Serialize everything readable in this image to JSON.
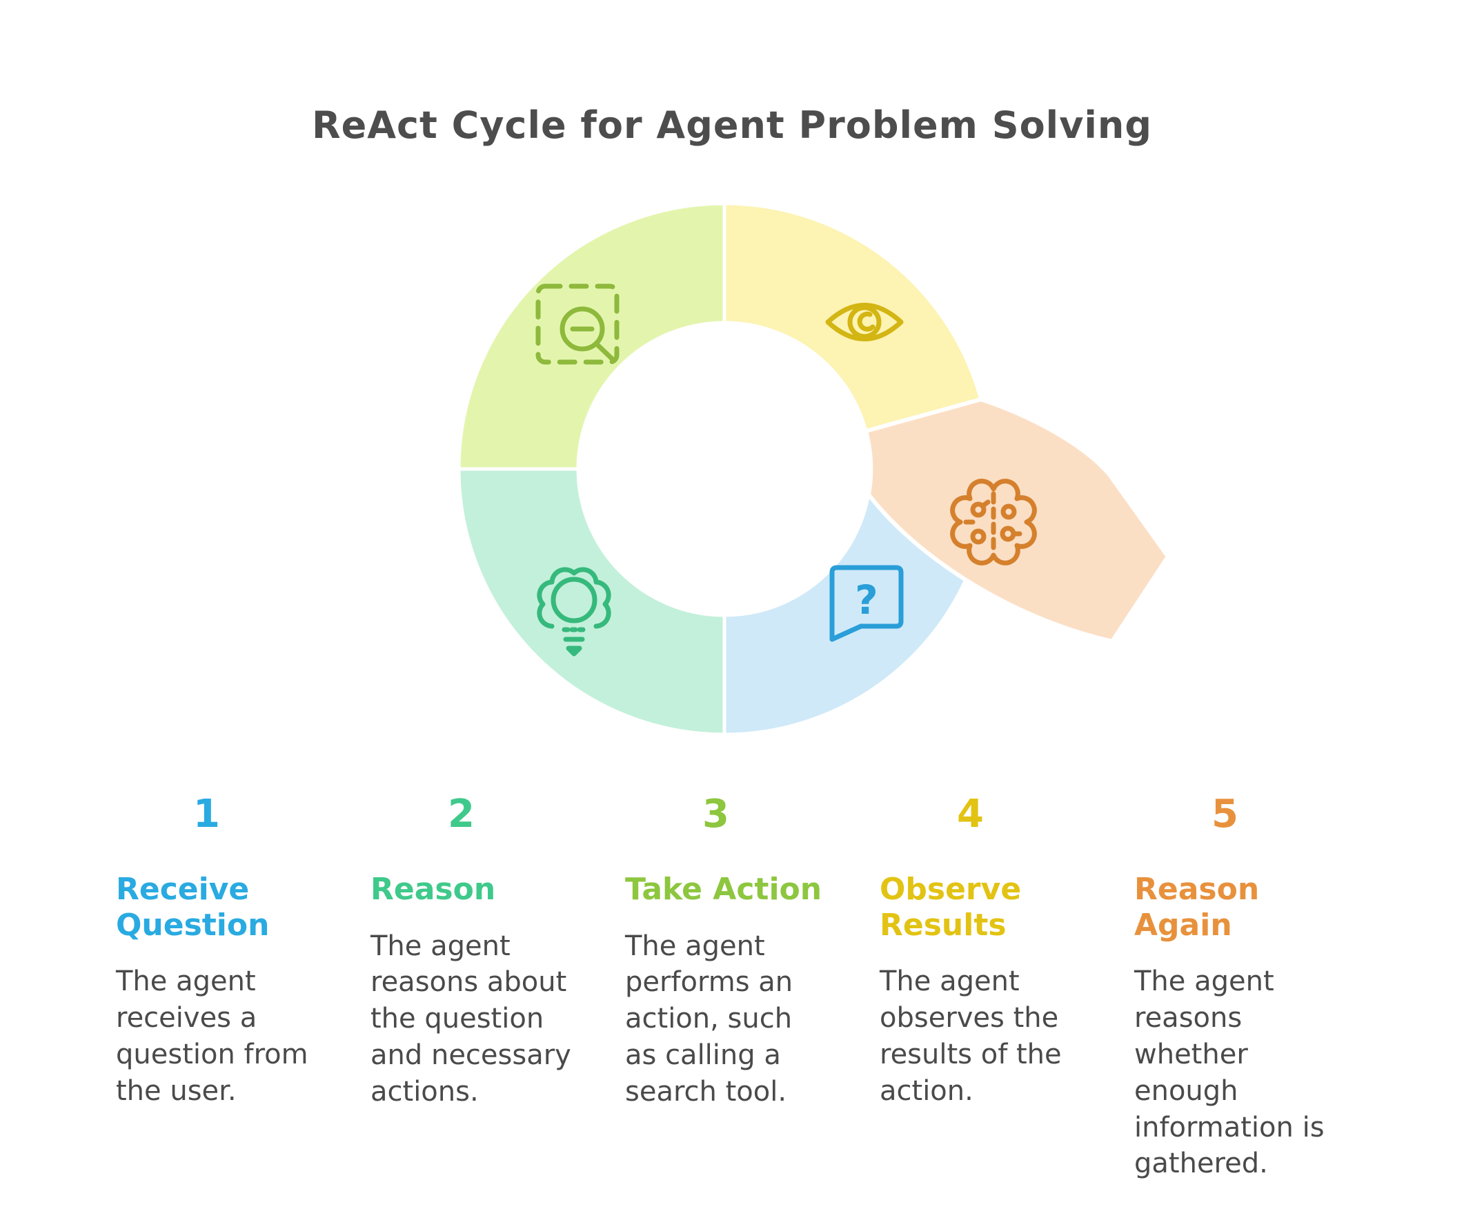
{
  "title": "ReAct Cycle for Agent Problem Solving",
  "diagram": {
    "segments": [
      {
        "name": "receive-question-segment",
        "fill": "#e3f5ad",
        "icon": "zoom-out-selection-icon",
        "icon_color": "#8eb93c"
      },
      {
        "name": "observe-segment",
        "fill": "#fdf3b3",
        "icon": "eye-icon",
        "icon_color": "#d3b513"
      },
      {
        "name": "reason-segment",
        "fill": "#c3f0db",
        "icon": "gear-lightbulb-icon",
        "icon_color": "#36b97c"
      },
      {
        "name": "take-action-segment",
        "fill": "#cfe9f8",
        "icon": "question-bubble-icon",
        "icon_color": "#2a9ed8",
        "question_mark": "?"
      },
      {
        "name": "reason-again-arrow",
        "fill": "#fbdfc5",
        "icon": "brain-circuit-icon",
        "icon_color": "#d5802d"
      }
    ]
  },
  "steps": [
    {
      "number": "1",
      "color": "#29aae1",
      "title": "Receive\nQuestion",
      "description": "The agent\nreceives a\nquestion from\nthe user."
    },
    {
      "number": "2",
      "color": "#3fc98b",
      "title": "Reason",
      "description": "The agent\nreasons about\nthe question\nand necessary\nactions."
    },
    {
      "number": "3",
      "color": "#8dc63f",
      "title": "Take Action",
      "description": "The agent\nperforms an\naction, such\nas calling a\nsearch tool."
    },
    {
      "number": "4",
      "color": "#e2c313",
      "title": "Observe\nResults",
      "description": "The agent\nobserves the\nresults of the\naction."
    },
    {
      "number": "5",
      "color": "#e8913d",
      "title": "Reason\nAgain",
      "description": "The agent\nreasons\nwhether\nenough\ninformation is\ngathered."
    }
  ]
}
